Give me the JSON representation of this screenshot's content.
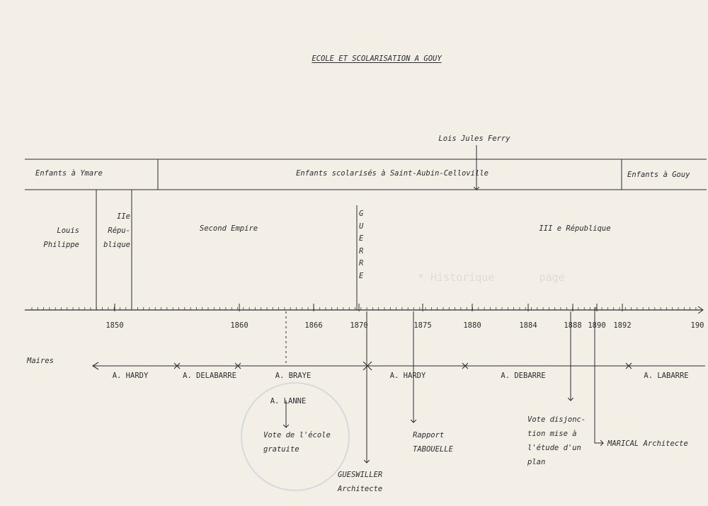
{
  "title": "ECOLE ET SCOLARISATION A GOUY",
  "lois_label": "Lois Jules Ferry",
  "schooling": [
    {
      "label": "Enfants à Ymare"
    },
    {
      "label": "Enfants scolarisés à Saint-Aubin-Celloville"
    },
    {
      "label": "Enfants à Gouy"
    }
  ],
  "regimes": [
    {
      "label": "Louis\nPhilippe"
    },
    {
      "label": "IIe\nRépu-\nblique"
    },
    {
      "label": "Second Empire"
    },
    {
      "label": "G\nU\nE\nR\nR\nE"
    },
    {
      "label": "III e République"
    }
  ],
  "years": [
    "1850",
    "1860",
    "1866",
    "1870",
    "1875",
    "1880",
    "1884",
    "1888",
    "1890",
    "1892",
    "190"
  ],
  "maires_label": "Maires",
  "maires": [
    "A. HARDY",
    "A. DELABARRE",
    "A. BRAYE",
    "A. LANNE",
    "A. HARDY",
    "A. DEBARRE",
    "A. LABARRE"
  ],
  "events": [
    {
      "text": "Vote de l'école\ngratuite"
    },
    {
      "text": "GUESWILLER\nArchitecte"
    },
    {
      "text": "Rapport\nTABOUELLE"
    },
    {
      "text": "Vote disjonc-\ntion mise à\nl'étude d'un\nplan"
    },
    {
      "text": "MARICAL Architecte"
    }
  ]
}
